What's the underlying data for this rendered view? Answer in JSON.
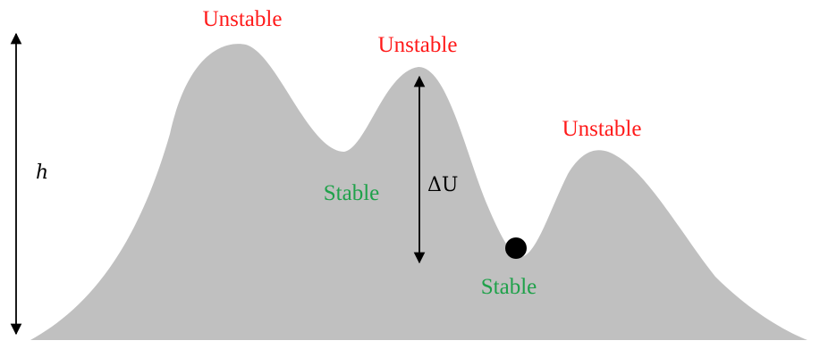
{
  "labels": {
    "unstable_1": "Unstable",
    "unstable_2": "Unstable",
    "unstable_3": "Unstable",
    "stable_1": "Stable",
    "stable_2": "Stable",
    "height_symbol": "h",
    "barrier_symbol": "ΔU"
  },
  "colors": {
    "unstable": "#ff1a1a",
    "stable": "#1fa14a",
    "landscape": "#c0c0c0",
    "arrow": "#000000",
    "ball": "#000000"
  }
}
